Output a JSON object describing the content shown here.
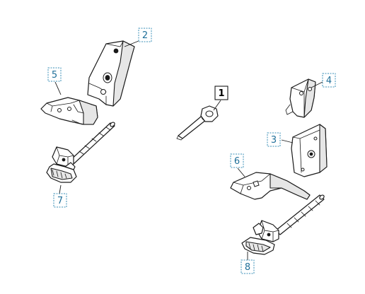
{
  "colors": {
    "callout_border": "#3a8fb7",
    "callout_text": "#1f6f99",
    "main_callout_border": "#000000",
    "main_callout_text": "#000000",
    "line": "#1a1a1a"
  },
  "callouts": [
    {
      "id": "1",
      "label": "1",
      "style": "main"
    },
    {
      "id": "2",
      "label": "2",
      "style": "dashed"
    },
    {
      "id": "3",
      "label": "3",
      "style": "dashed"
    },
    {
      "id": "4",
      "label": "4",
      "style": "dashed"
    },
    {
      "id": "5",
      "label": "5",
      "style": "dashed"
    },
    {
      "id": "6",
      "label": "6",
      "style": "dashed"
    },
    {
      "id": "7",
      "label": "7",
      "style": "dashed"
    },
    {
      "id": "8",
      "label": "8",
      "style": "dashed"
    }
  ]
}
